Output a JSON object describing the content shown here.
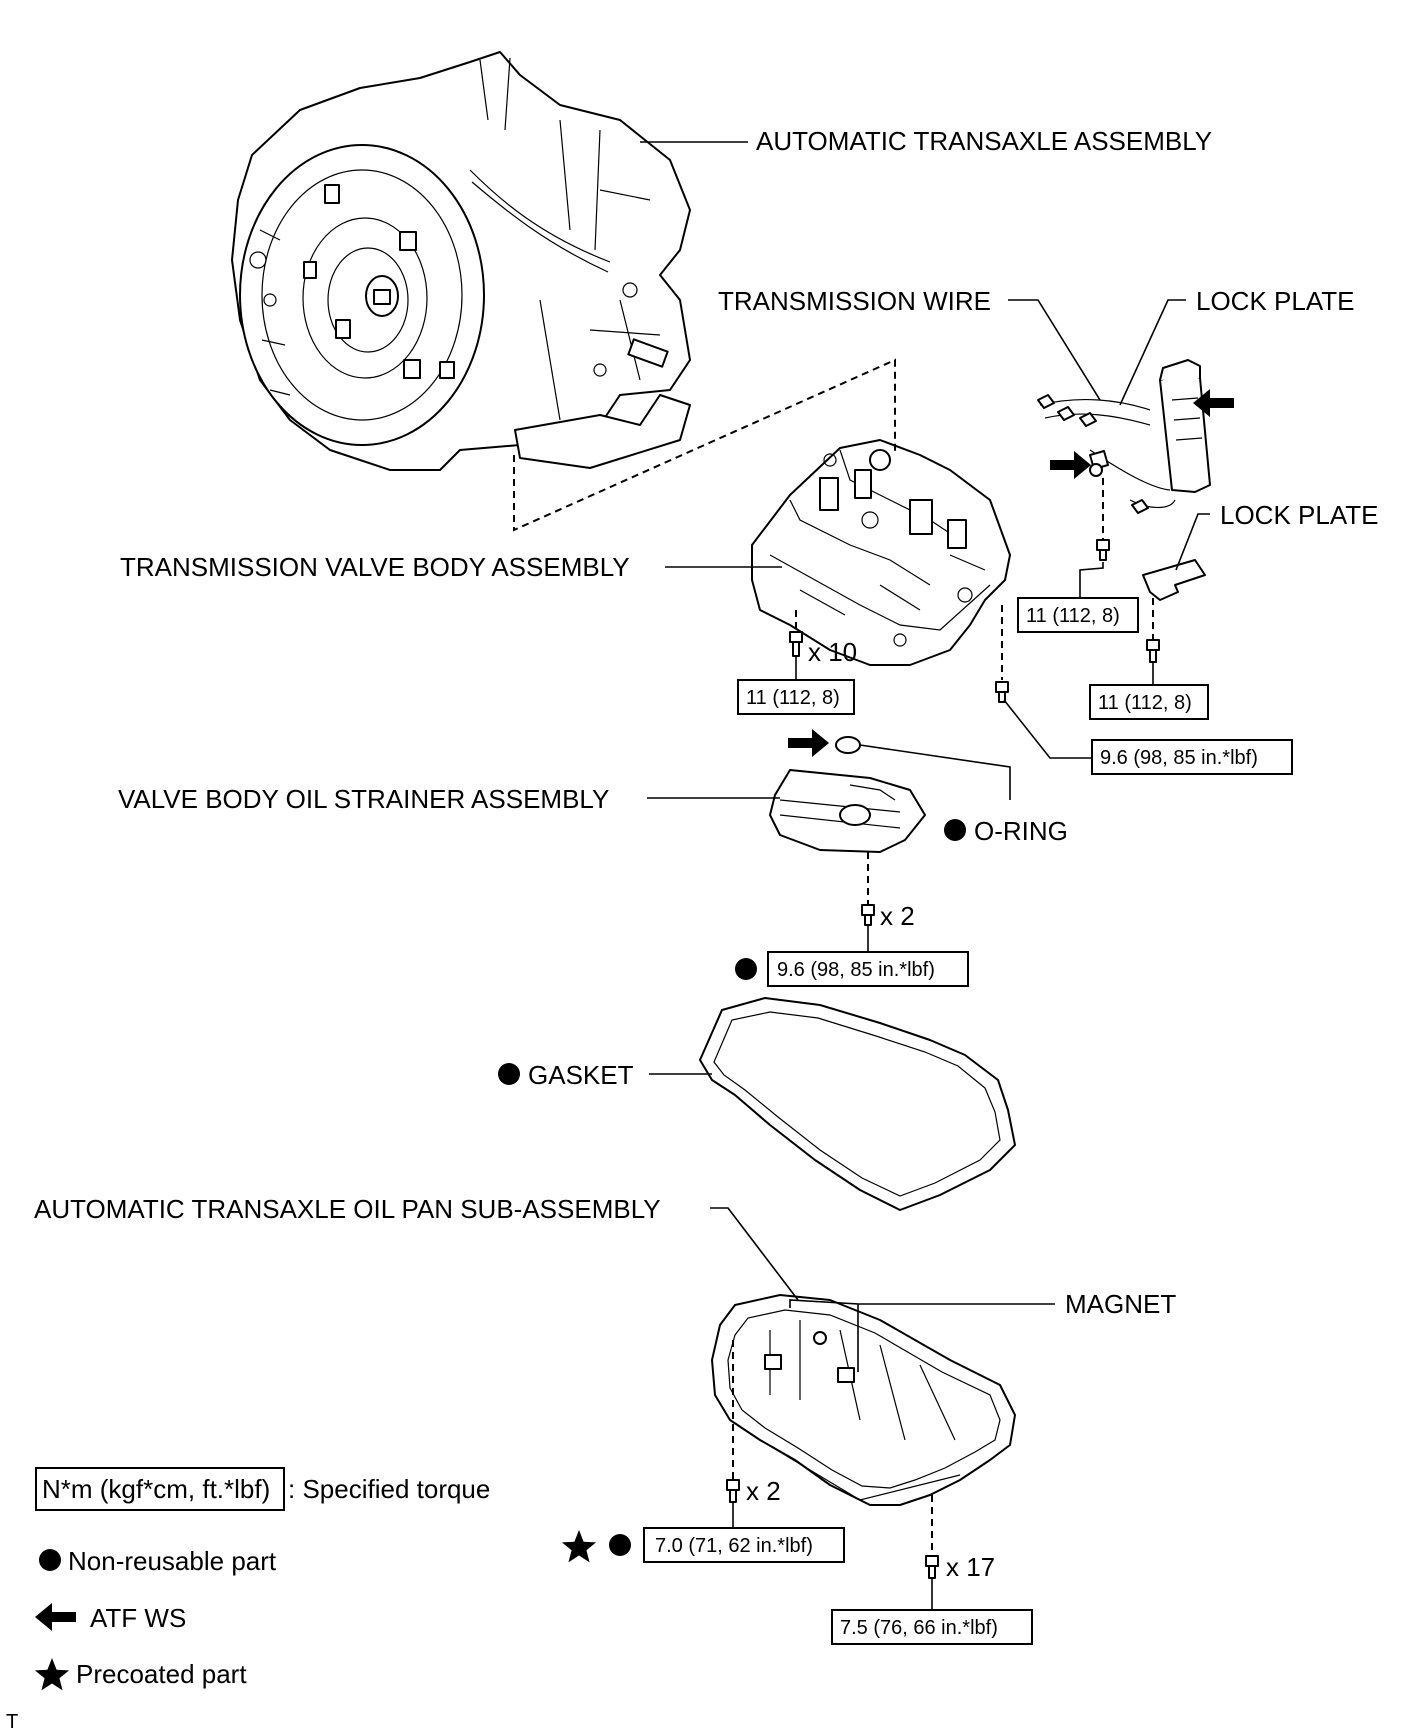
{
  "labels": {
    "transaxle": "AUTOMATIC TRANSAXLE ASSEMBLY",
    "wire": "TRANSMISSION WIRE",
    "lock_plate_1": "LOCK PLATE",
    "lock_plate_2": "LOCK PLATE",
    "valve_body": "TRANSMISSION VALVE BODY ASSEMBLY",
    "strainer": "VALVE BODY OIL STRAINER ASSEMBLY",
    "o_ring": "O-RING",
    "gasket": "GASKET",
    "oil_pan": "AUTOMATIC TRANSAXLE OIL PAN SUB-ASSEMBLY",
    "magnet": "MAGNET"
  },
  "quantities": {
    "valve_body_bolts": "x 10",
    "strainer_bolts": "x 2",
    "pan_bolts_a": "x 2",
    "pan_bolts_b": "x 17"
  },
  "torques": {
    "wire_bolt": "11 (112, 8)",
    "lock_plate_bolt": "11 (112, 8)",
    "valve_body_bolt": "11 (112, 8)",
    "valve_body_side_bolt": "9.6 (98, 85 in.*lbf)",
    "strainer_bolt": "9.6 (98, 85 in.*lbf)",
    "pan_bolt_precoated": "7.0 (71, 62 in.*lbf)",
    "pan_bolt": "7.5 (76, 66 in.*lbf)"
  },
  "legend": {
    "torque_unit": "N*m (kgf*cm, ft.*lbf)",
    "torque_text": ": Specified torque",
    "non_reusable": "Non-reusable part",
    "atf": "ATF WS",
    "precoated": "Precoated part"
  },
  "corner_mark": "T"
}
